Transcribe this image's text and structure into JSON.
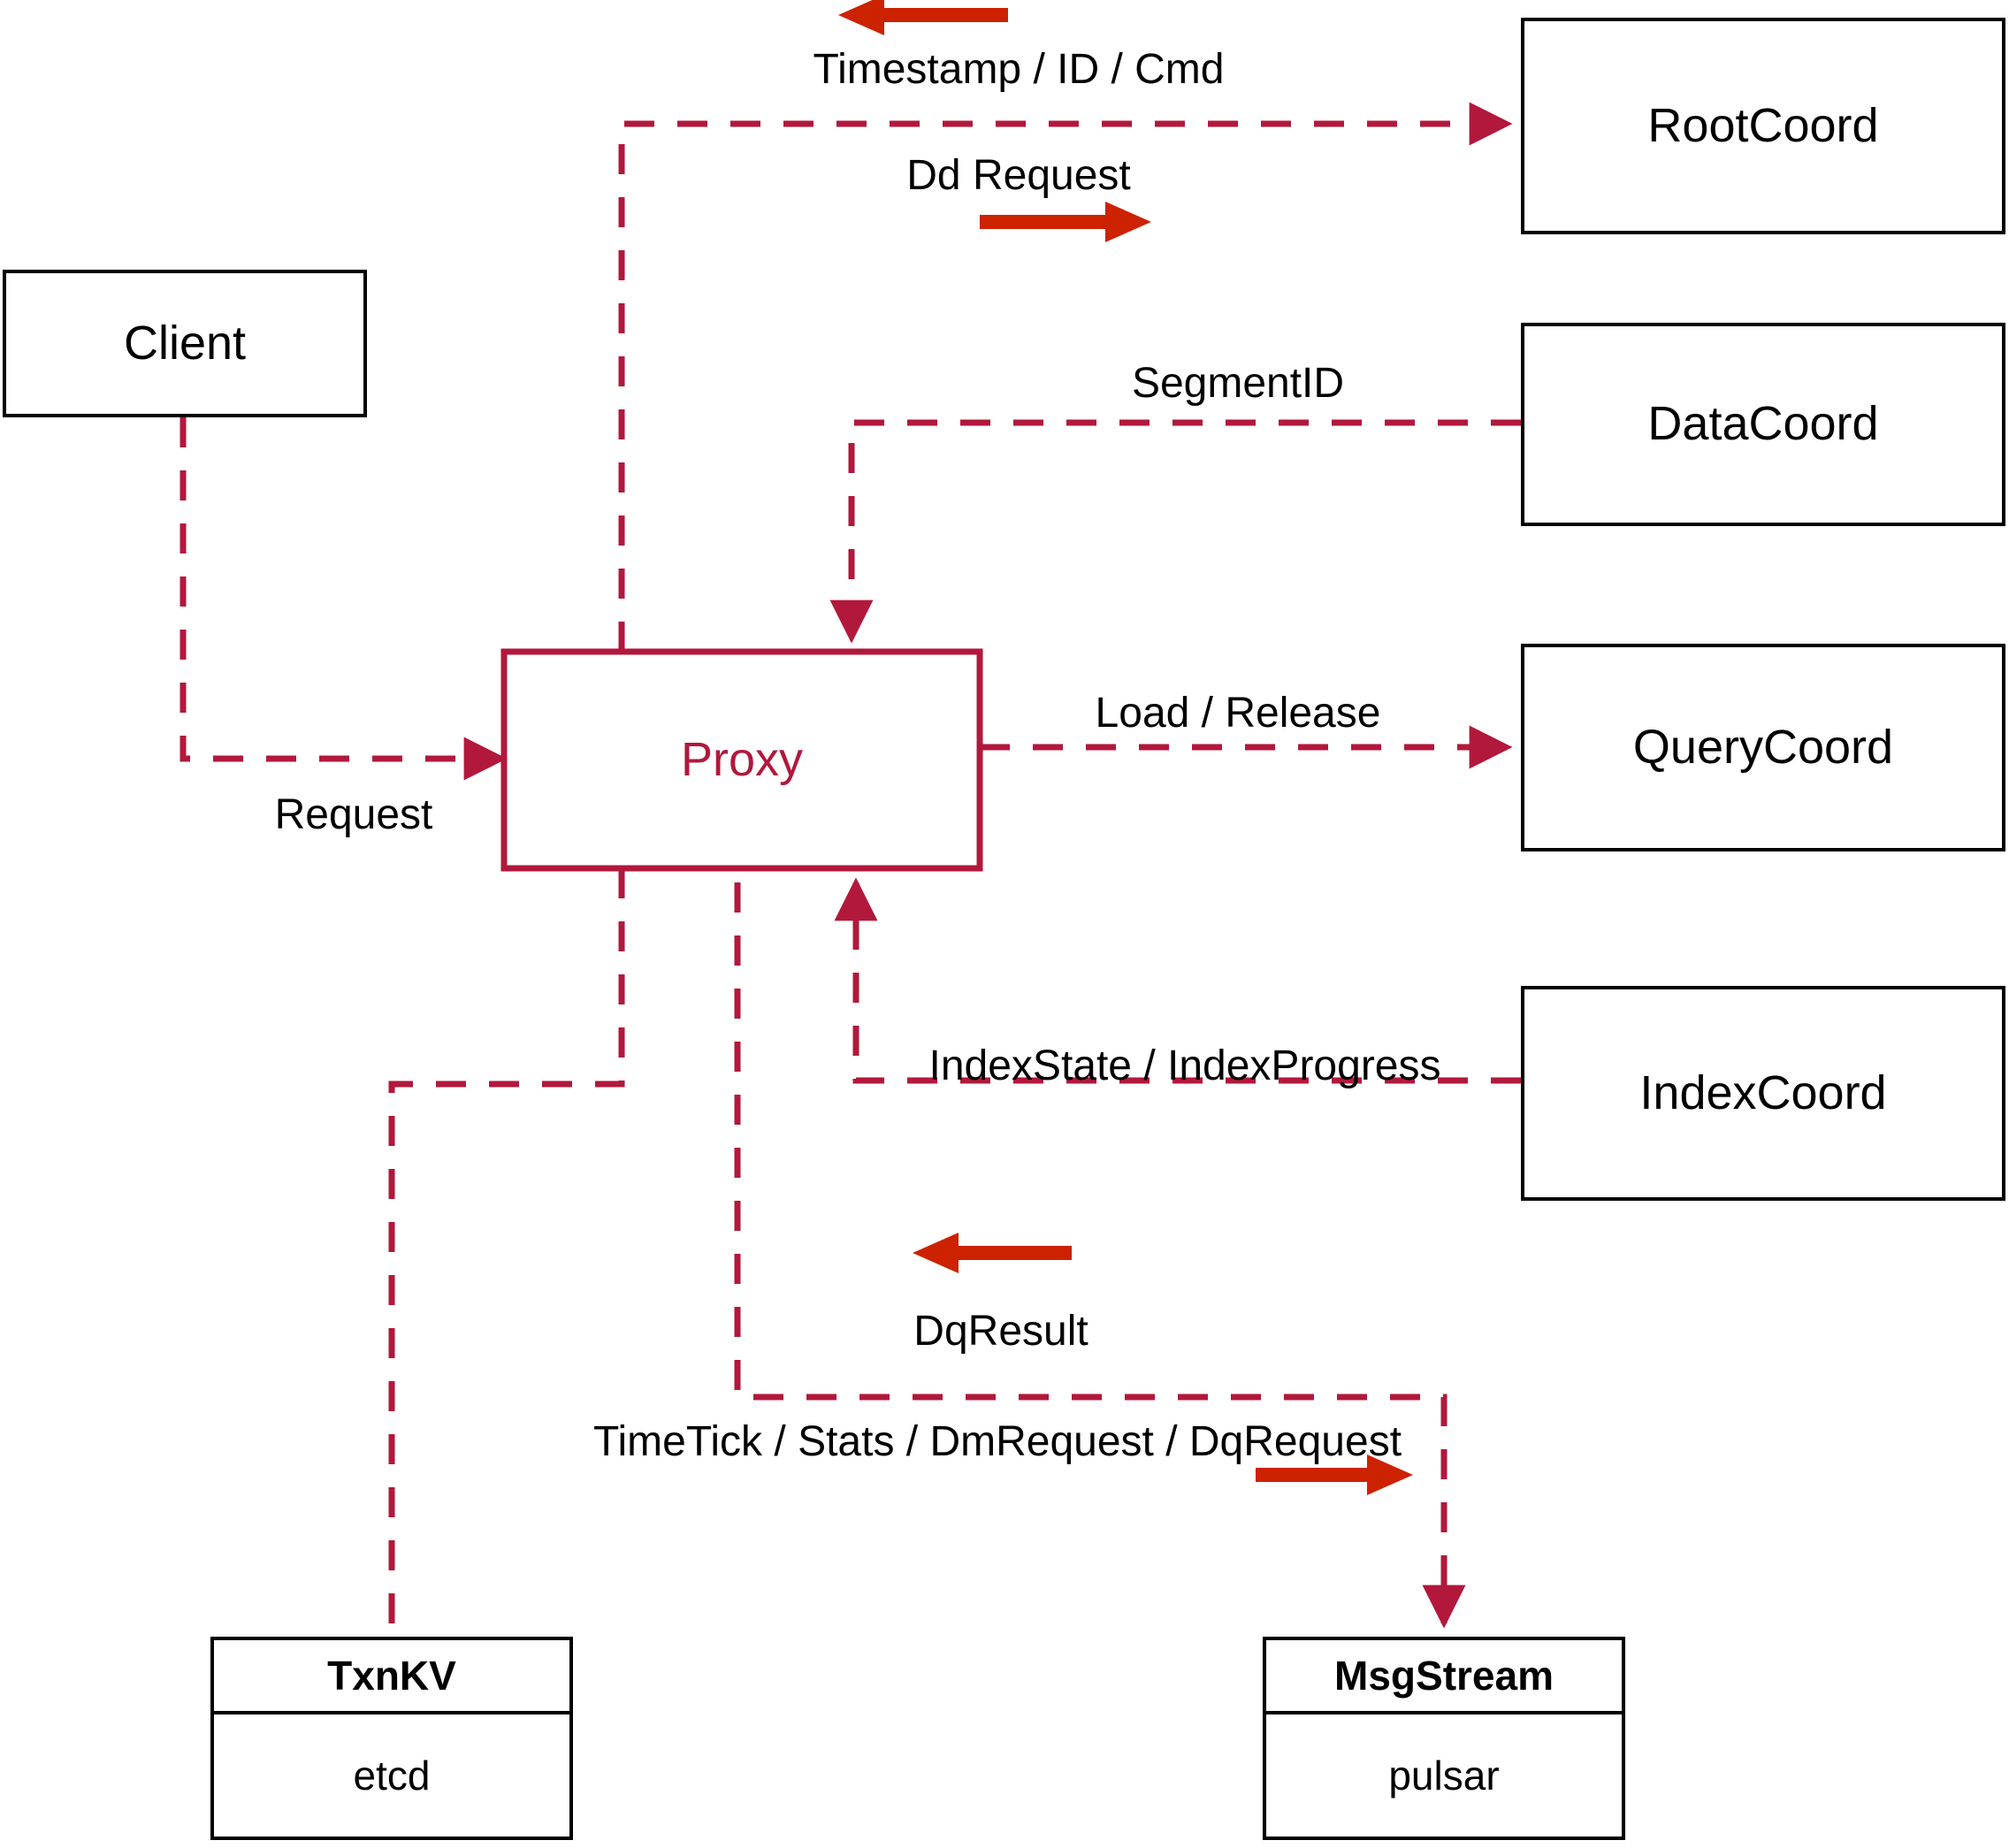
{
  "diagram": {
    "title": "Proxy component interaction diagram",
    "colors": {
      "node_border": "#000000",
      "proxy_border": "#B2183C",
      "proxy_text": "#B2183C",
      "dashed_edge": "#B2183C",
      "direction_arrow": "#CC2200",
      "background": "#FFFFFF"
    }
  },
  "nodes": [
    {
      "id": "client",
      "label": "Client"
    },
    {
      "id": "proxy",
      "label": "Proxy"
    },
    {
      "id": "rootcoord",
      "label": "RootCoord"
    },
    {
      "id": "datacoord",
      "label": "DataCoord"
    },
    {
      "id": "querycoord",
      "label": "QueryCoord"
    },
    {
      "id": "indexcoord",
      "label": "IndexCoord"
    }
  ],
  "stores": [
    {
      "id": "txnkv",
      "header": "TxnKV",
      "body": "etcd"
    },
    {
      "id": "msgstream",
      "header": "MsgStream",
      "body": "pulsar"
    }
  ],
  "edge_labels": [
    {
      "id": "timestamp-id-cmd",
      "text": "Timestamp / ID / Cmd"
    },
    {
      "id": "dd-request",
      "text": "Dd Request"
    },
    {
      "id": "segment-id",
      "text": "SegmentID"
    },
    {
      "id": "load-release",
      "text": "Load / Release"
    },
    {
      "id": "index-state-progress",
      "text": "IndexState / IndexProgress"
    },
    {
      "id": "request",
      "text": "Request"
    },
    {
      "id": "dq-result",
      "text": "DqResult"
    },
    {
      "id": "timetick-stats-dm-dq",
      "text": "TimeTick / Stats / DmRequest / DqRequest"
    }
  ]
}
